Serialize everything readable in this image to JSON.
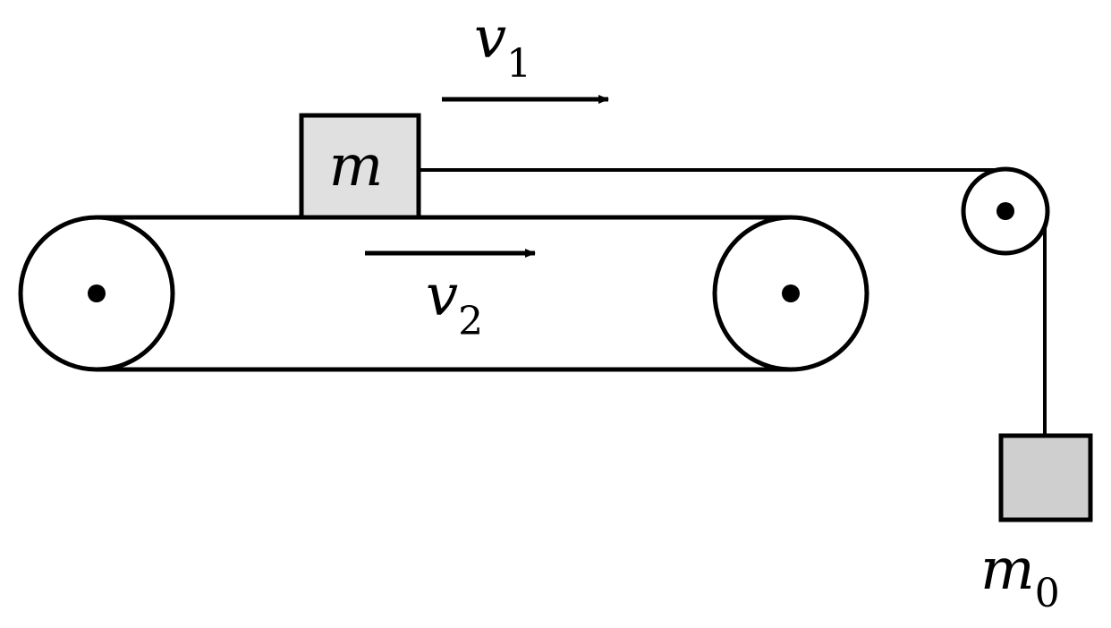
{
  "diagram": {
    "block_on_belt": {
      "label": "m"
    },
    "hanging_block": {
      "label": "m",
      "subscript": "0"
    },
    "velocity_block": {
      "symbol": "v",
      "subscript": "1"
    },
    "velocity_belt": {
      "symbol": "v",
      "subscript": "2"
    }
  },
  "colors": {
    "stroke": "#000000",
    "block_on_belt_fill": "#e0e0e0",
    "hanging_block_fill": "#cfcfcf",
    "background": "#ffffff"
  }
}
